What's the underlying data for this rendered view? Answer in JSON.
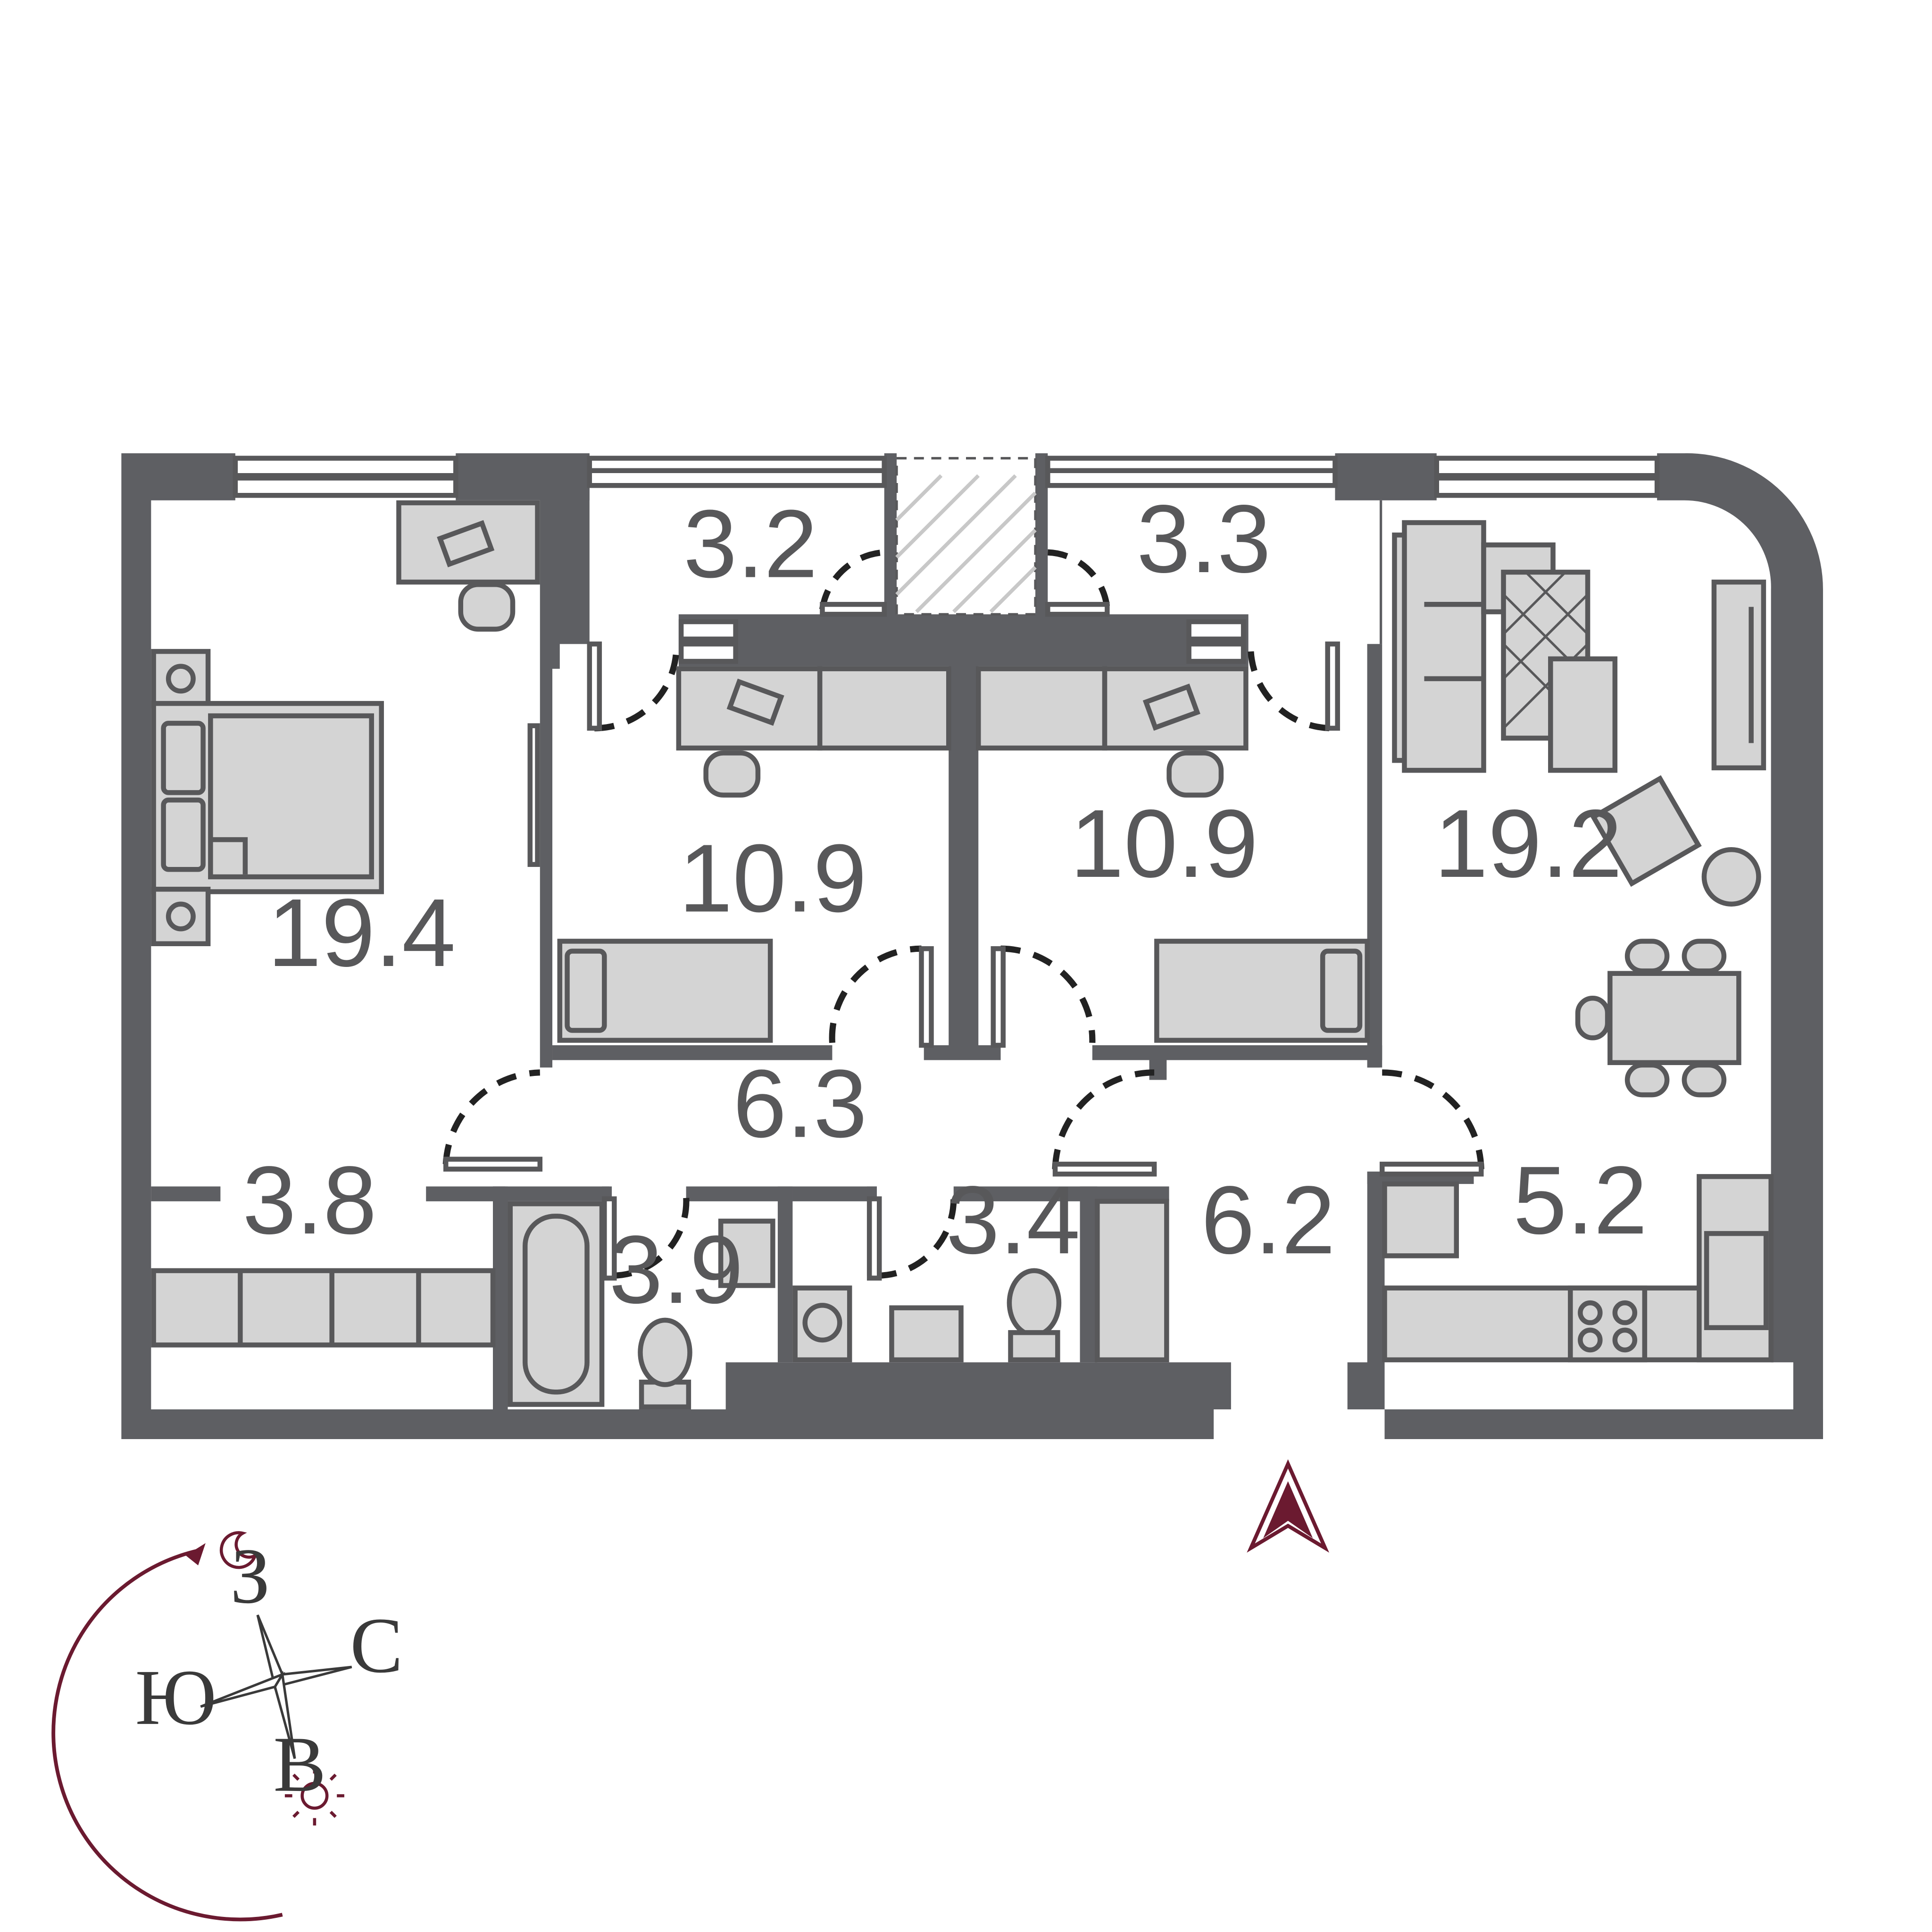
{
  "colors": {
    "wall": "#5e5f63",
    "furniture": "#d4d4d4",
    "furniture_stroke": "#58585a",
    "accent": "#6b1a30",
    "text": "#58585a"
  },
  "rooms": [
    {
      "id": "bedroom-left",
      "area": "19.4"
    },
    {
      "id": "balcony-left",
      "area": "3.2"
    },
    {
      "id": "balcony-right",
      "area": "3.3"
    },
    {
      "id": "bedroom-mid-left",
      "area": "10.9"
    },
    {
      "id": "bedroom-mid-right",
      "area": "10.9"
    },
    {
      "id": "living-room",
      "area": "19.2"
    },
    {
      "id": "hallway",
      "area": "6.3"
    },
    {
      "id": "wardrobe",
      "area": "3.8"
    },
    {
      "id": "bathroom",
      "area": "3.9"
    },
    {
      "id": "wc",
      "area": "3.4"
    },
    {
      "id": "entrance-hall",
      "area": "6.2"
    },
    {
      "id": "kitchen",
      "area": "5.2"
    }
  ],
  "compass": {
    "west": "З",
    "north": "С",
    "south": "Ю",
    "east": "В"
  },
  "icons": {
    "entrance": "entrance-arrow-icon",
    "moon": "moon-icon",
    "sun": "sun-icon",
    "compass": "compass-rose-icon"
  }
}
